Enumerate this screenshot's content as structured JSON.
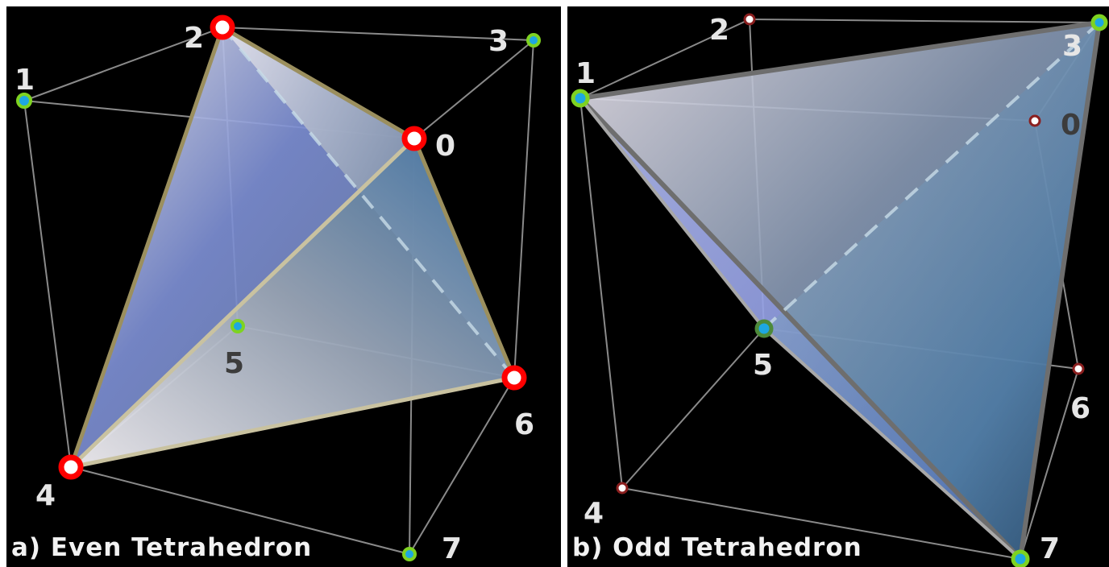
{
  "panel_a": {
    "caption": "a) Even Tetrahedron",
    "vertex_labels": [
      "0",
      "1",
      "2",
      "3",
      "4",
      "5",
      "6",
      "7"
    ]
  },
  "panel_b": {
    "caption": "b) Odd Tetrahedron",
    "vertex_labels": [
      "0",
      "1",
      "2",
      "3",
      "4",
      "5",
      "6",
      "7"
    ]
  },
  "colors": {
    "background": "#000000",
    "cube_edge": "#8a8a8a",
    "even_marker": "#ff0000",
    "odd_marker_outer": "#7ed321",
    "odd_marker_inner": "#1ea7e1",
    "even_edge": "#9b8f5e",
    "odd_edge": "#6e6e6e",
    "small_red_marker": "#8b1f1f"
  }
}
